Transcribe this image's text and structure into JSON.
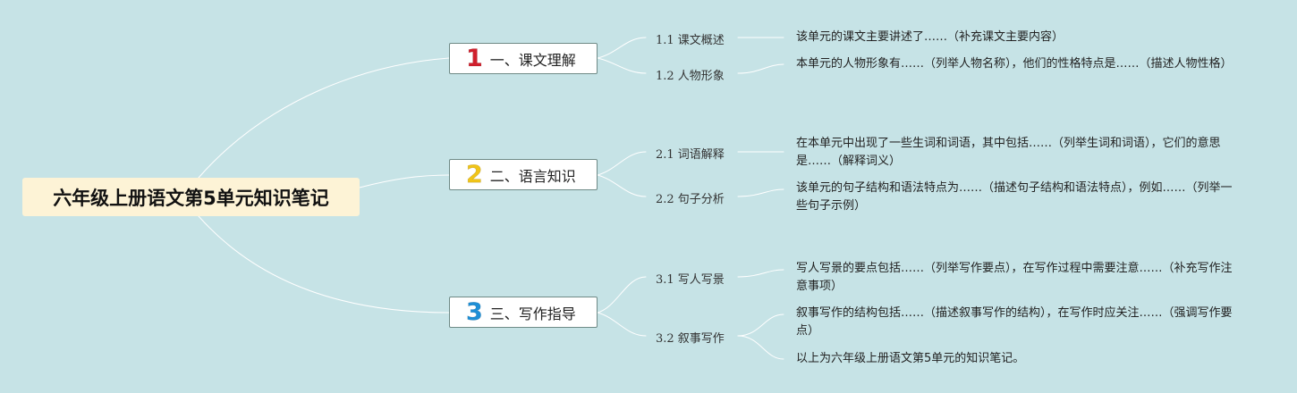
{
  "root": {
    "title": "六年级上册语文第5单元知识笔记"
  },
  "colors": {
    "background": "#c6e3e6",
    "root_fill": "#fdf3d6",
    "connector": "#ffffff",
    "num1": "#d0202d",
    "num2": "#f0c419",
    "num3": "#1e8fd6"
  },
  "topics": [
    {
      "number": "1",
      "label": "一、课文理解",
      "subs": [
        {
          "label": "1.1 课文概述",
          "notes": [
            "该单元的课文主要讲述了……（补充课文主要内容）"
          ]
        },
        {
          "label": "1.2 人物形象",
          "notes": [
            "本单元的人物形象有……（列举人物名称），他们的性格特点是……（描述人物性格）"
          ]
        }
      ]
    },
    {
      "number": "2",
      "label": "二、语言知识",
      "subs": [
        {
          "label": "2.1 词语解释",
          "notes": [
            "在本单元中出现了一些生词和词语，其中包括……（列举生词和词语），它们的意思是……（解释词义）"
          ]
        },
        {
          "label": "2.2 句子分析",
          "notes": [
            "该单元的句子结构和语法特点为……（描述句子结构和语法特点），例如……（列举一些句子示例）"
          ]
        }
      ]
    },
    {
      "number": "3",
      "label": "三、写作指导",
      "subs": [
        {
          "label": "3.1 写人写景",
          "notes": [
            "写人写景的要点包括……（列举写作要点），在写作过程中需要注意……（补充写作注意事项）"
          ]
        },
        {
          "label": "3.2 叙事写作",
          "notes": [
            "叙事写作的结构包括……（描述叙事写作的结构），在写作时应关注……（强调写作要点）",
            "以上为六年级上册语文第5单元的知识笔记。"
          ]
        }
      ]
    }
  ]
}
